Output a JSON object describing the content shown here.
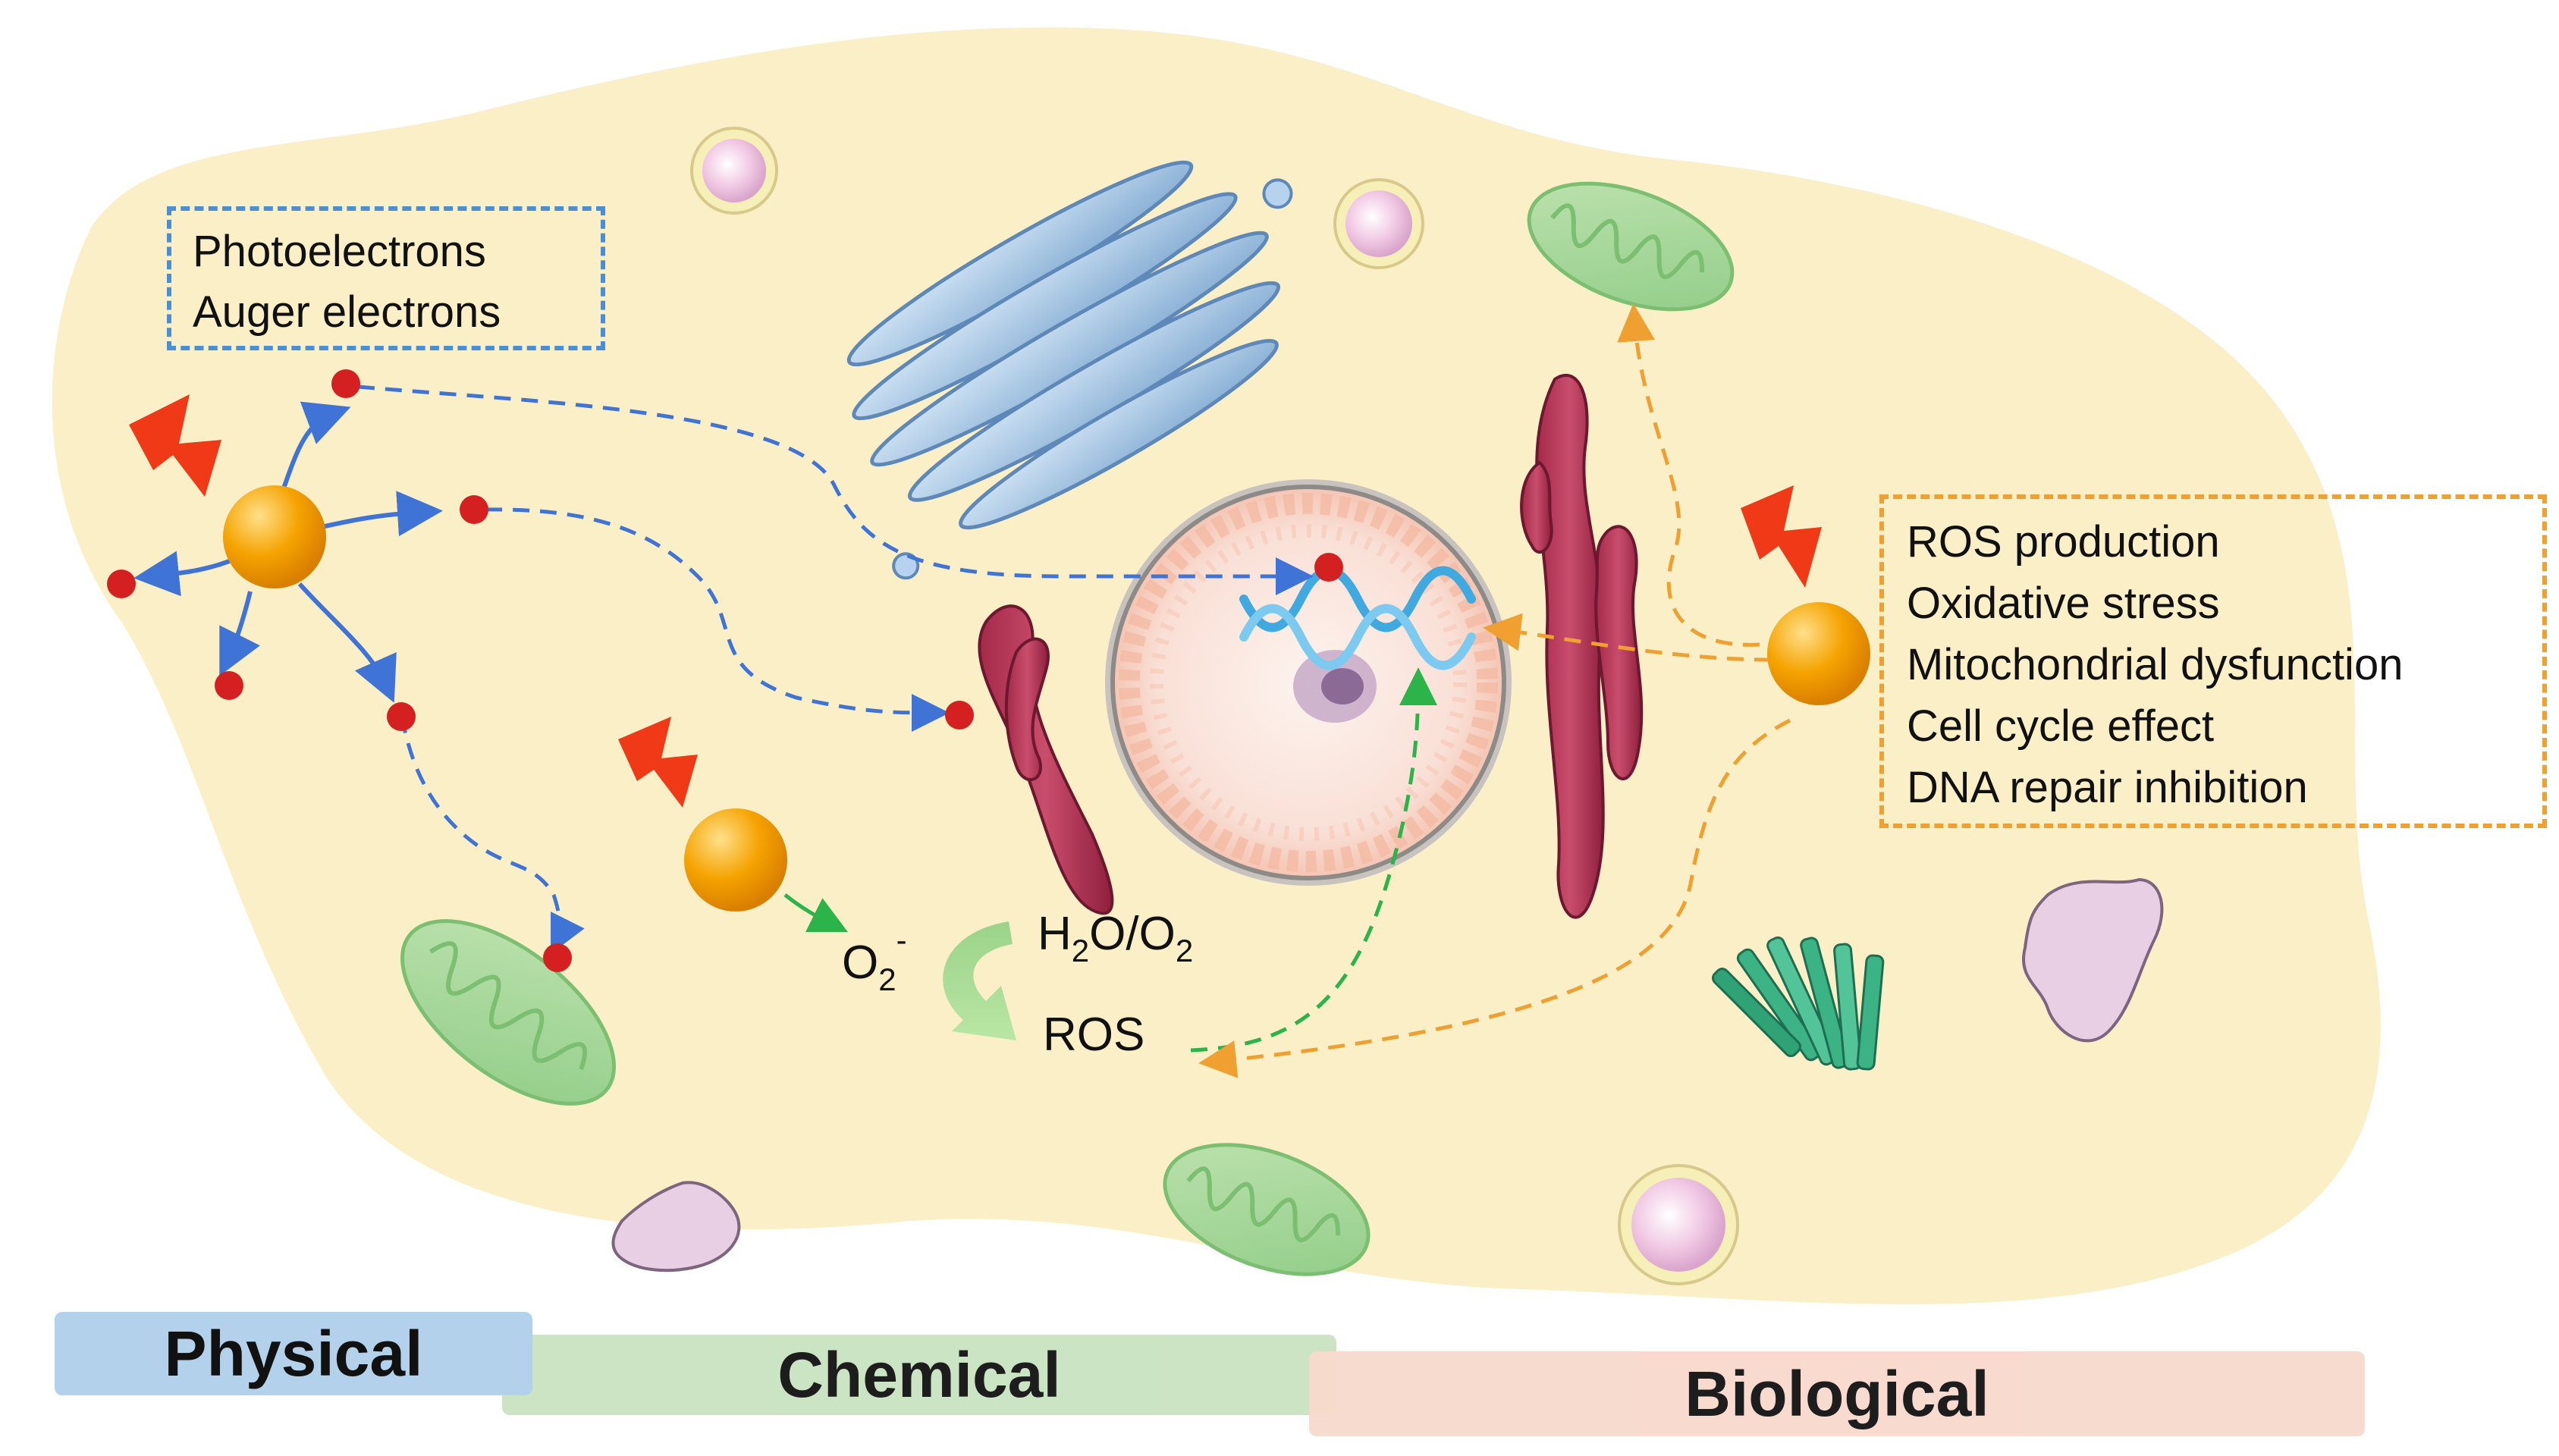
{
  "electron_box": {
    "lines": [
      "Photoelectrons",
      "Auger electrons"
    ]
  },
  "effects_box": {
    "lines": [
      "ROS production",
      "Oxidative stress",
      "Mitochondrial dysfunction",
      "Cell cycle effect",
      "DNA repair inhibition"
    ]
  },
  "chemical": {
    "superoxide": "O",
    "superoxide_sub": "2",
    "superoxide_sup": "-",
    "water_oxygen": "H",
    "water_sub1": "2",
    "water_mid": "O/O",
    "water_sub2": "2",
    "ros": "ROS"
  },
  "phases": {
    "physical": "Physical",
    "chemical": "Chemical",
    "biological": "Biological"
  },
  "colors": {
    "cell": "#fbefc8",
    "nanoparticle": "#f5a300",
    "electron": "#d42020",
    "physical_path": "#3f73d6",
    "chemical_path": "#2cb44a",
    "biological_path": "#f0a030"
  }
}
